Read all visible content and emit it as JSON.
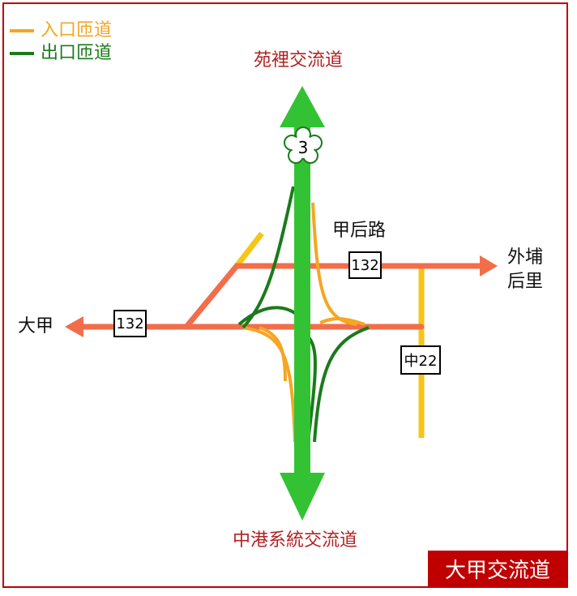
{
  "legend": {
    "entrance": {
      "label": "入口匝道",
      "color": "#f5a623"
    },
    "exit": {
      "label": "出口匝道",
      "color": "#1b7a1b"
    }
  },
  "destinations": {
    "north": "苑裡交流道",
    "south": "中港系統交流道",
    "west": "大甲",
    "east_line1": "外埔",
    "east_line2": "后里",
    "road_name": "甲后路"
  },
  "shields": {
    "freeway": "3",
    "provincial_west": "132",
    "provincial_east": "132",
    "county": "中22"
  },
  "title": "大甲交流道",
  "colors": {
    "frame": "#c00000",
    "freeway": "#33c233",
    "provincial": "#f26d4a",
    "county": "#f5c518",
    "title_bg": "#c00000"
  }
}
